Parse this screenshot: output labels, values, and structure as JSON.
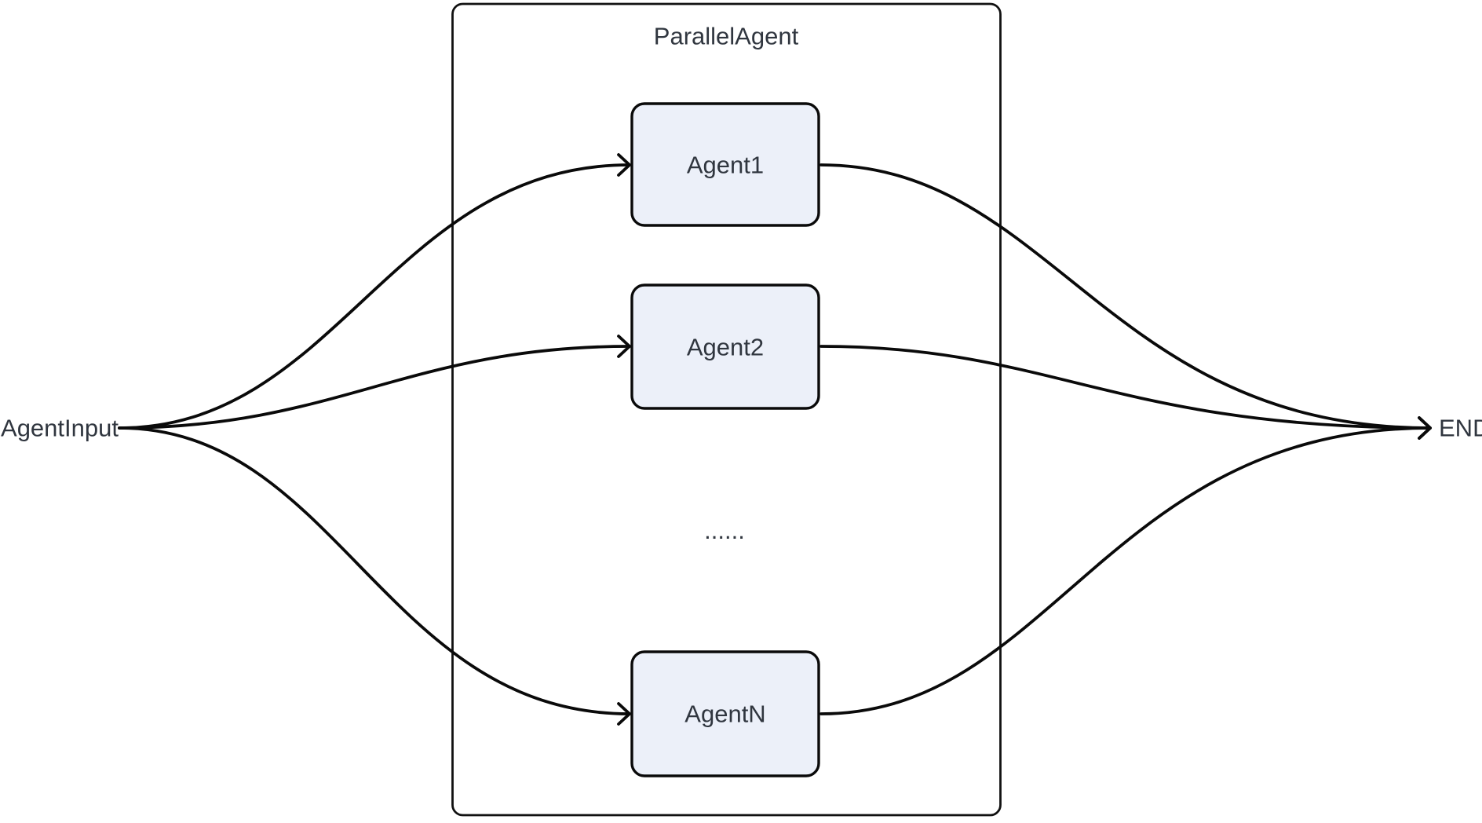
{
  "diagram": {
    "type": "flowchart",
    "direction": "left-to-right",
    "input": {
      "label": "AgentInput"
    },
    "end": {
      "label": "END"
    },
    "container": {
      "title": "ParallelAgent"
    },
    "nodes": [
      {
        "id": "agent1",
        "label": "Agent1"
      },
      {
        "id": "agent2",
        "label": "Agent2"
      },
      {
        "id": "agentN",
        "label": "AgentN"
      }
    ],
    "ellipsis": "......",
    "edges": [
      {
        "from": "AgentInput",
        "to": "Agent1"
      },
      {
        "from": "AgentInput",
        "to": "Agent2"
      },
      {
        "from": "AgentInput",
        "to": "AgentN"
      },
      {
        "from": "Agent1",
        "to": "END"
      },
      {
        "from": "Agent2",
        "to": "END"
      },
      {
        "from": "AgentN",
        "to": "END"
      }
    ],
    "colors": {
      "node_fill": "#ecf0f9",
      "node_stroke": "#0a0a0a",
      "edge": "#0a0a0a",
      "container_stroke": "#111111",
      "text": "#30363f",
      "background": "#ffffff"
    }
  }
}
